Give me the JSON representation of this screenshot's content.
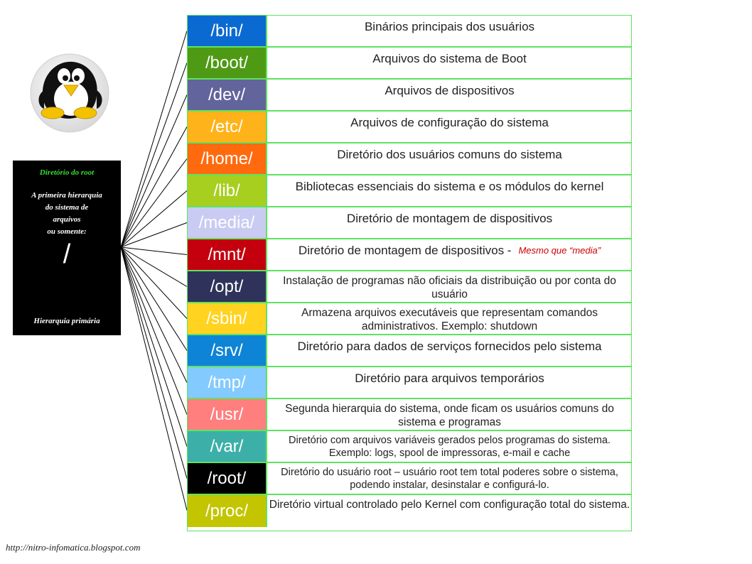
{
  "root_box": {
    "title": "Diretório do root",
    "desc_line1": "A primeira hierarquia",
    "desc_line2": "do sistema de",
    "desc_line3": "arquivos",
    "desc_line4": "ou somente:",
    "slash": "/",
    "footer": "Hierarquia primária"
  },
  "directories": [
    {
      "name": "/bin/",
      "color": "#0b6ad1",
      "desc": "Binários principais dos usuários"
    },
    {
      "name": "/boot/",
      "color": "#4e9a14",
      "desc": "Arquivos do sistema de Boot"
    },
    {
      "name": "/dev/",
      "color": "#62649c",
      "desc": "Arquivos de dispositivos"
    },
    {
      "name": "/etc/",
      "color": "#ffb31a",
      "desc": "Arquivos de configuração do sistema"
    },
    {
      "name": "/home/",
      "color": "#ff6a0e",
      "desc": "Diretório dos usuários comuns do sistema"
    },
    {
      "name": "/lib/",
      "color": "#a7cf20",
      "desc": "Bibliotecas essenciais do sistema e os módulos do kernel"
    },
    {
      "name": "/media/",
      "color": "#c9cbf2",
      "desc": "Diretório de montagem de dispositivos"
    },
    {
      "name": "/mnt/",
      "color": "#c4000e",
      "desc": "Diretório de montagem de dispositivos -",
      "note": "Mesmo que “media”"
    },
    {
      "name": "/opt/",
      "color": "#2f335b",
      "desc": "Instalação de programas não oficiais da distribuição ou por conta do usuário"
    },
    {
      "name": "/sbin/",
      "color": "#ffd320",
      "desc": "Armazena arquivos executáveis que representam comandos administrativos. Exemplo: shutdown"
    },
    {
      "name": "/srv/",
      "color": "#0e84d6",
      "desc": "Diretório para dados de serviços fornecidos pelo sistema"
    },
    {
      "name": "/tmp/",
      "color": "#83caff",
      "desc": "Diretório para arquivos temporários"
    },
    {
      "name": "/usr/",
      "color": "#ff7f7f",
      "desc": "Segunda hierarquia do sistema, onde ficam os usuários comuns do sistema e programas"
    },
    {
      "name": "/var/",
      "color": "#3cb0a8",
      "desc": "Diretório com arquivos variáveis gerados pelos programas do sistema. Exemplo: logs, spool de impressoras, e-mail e cache"
    },
    {
      "name": "/root/",
      "color": "#000000",
      "desc": "Diretório do usuário root – usuário root tem total poderes sobre o sistema, podendo instalar, desinstalar e configurá-lo."
    },
    {
      "name": "/proc/",
      "color": "#c2c500",
      "desc": "Diretório virtual controlado pelo Kernel com configuração total do sistema."
    }
  ],
  "footer_url": "http://nitro-infomatica.blogspot.com"
}
